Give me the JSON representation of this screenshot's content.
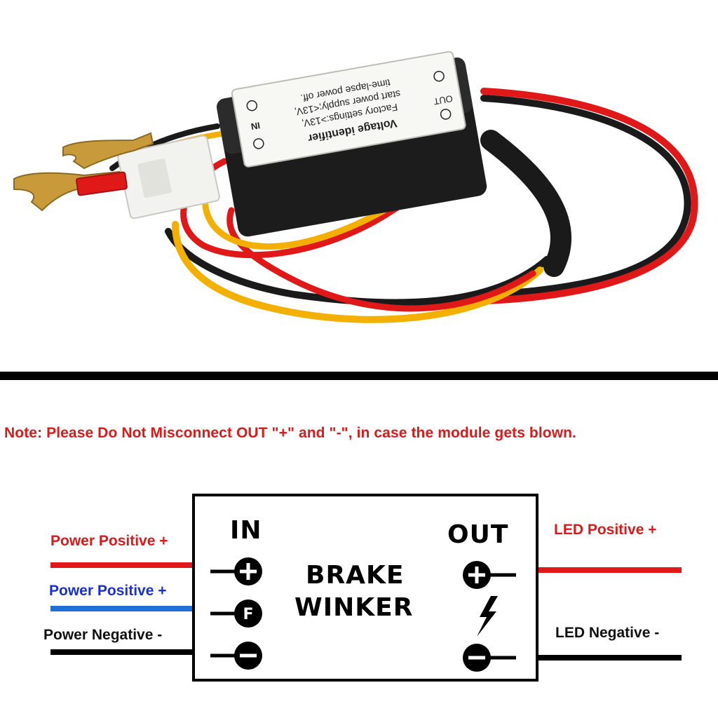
{
  "photo": {
    "module_title": "Voltage identifier",
    "module_lines": [
      "Factory settings:>13V,",
      "start power supply;<13V,",
      "time-lapse power off."
    ],
    "in_label": "IN",
    "out_label": "OUT"
  },
  "note": "Note: Please Do Not Misconnect OUT \"+\" and \"-\", in case the module gets blown.",
  "diagram": {
    "in_label": "IN",
    "out_label": "OUT",
    "center_line1": "BRAKE",
    "center_line2": "WINKER",
    "left_labels": [
      "Power Positive +",
      "Power Positive +",
      "Power Negative -"
    ],
    "right_labels": [
      "LED Positive +",
      "LED Negative -"
    ],
    "left_symbols": [
      "plus",
      "F",
      "minus"
    ],
    "right_symbols": [
      "plus",
      "lightning",
      "minus"
    ]
  },
  "colors": {
    "note_red": "#d91b1b",
    "wire_red": "#e01818",
    "wire_blue": "#1f6fd6",
    "label_blue": "#1a2fd6",
    "wire_black": "#000000",
    "case_black": "#1c1c1c",
    "wire_yellow": "#f4b000"
  }
}
